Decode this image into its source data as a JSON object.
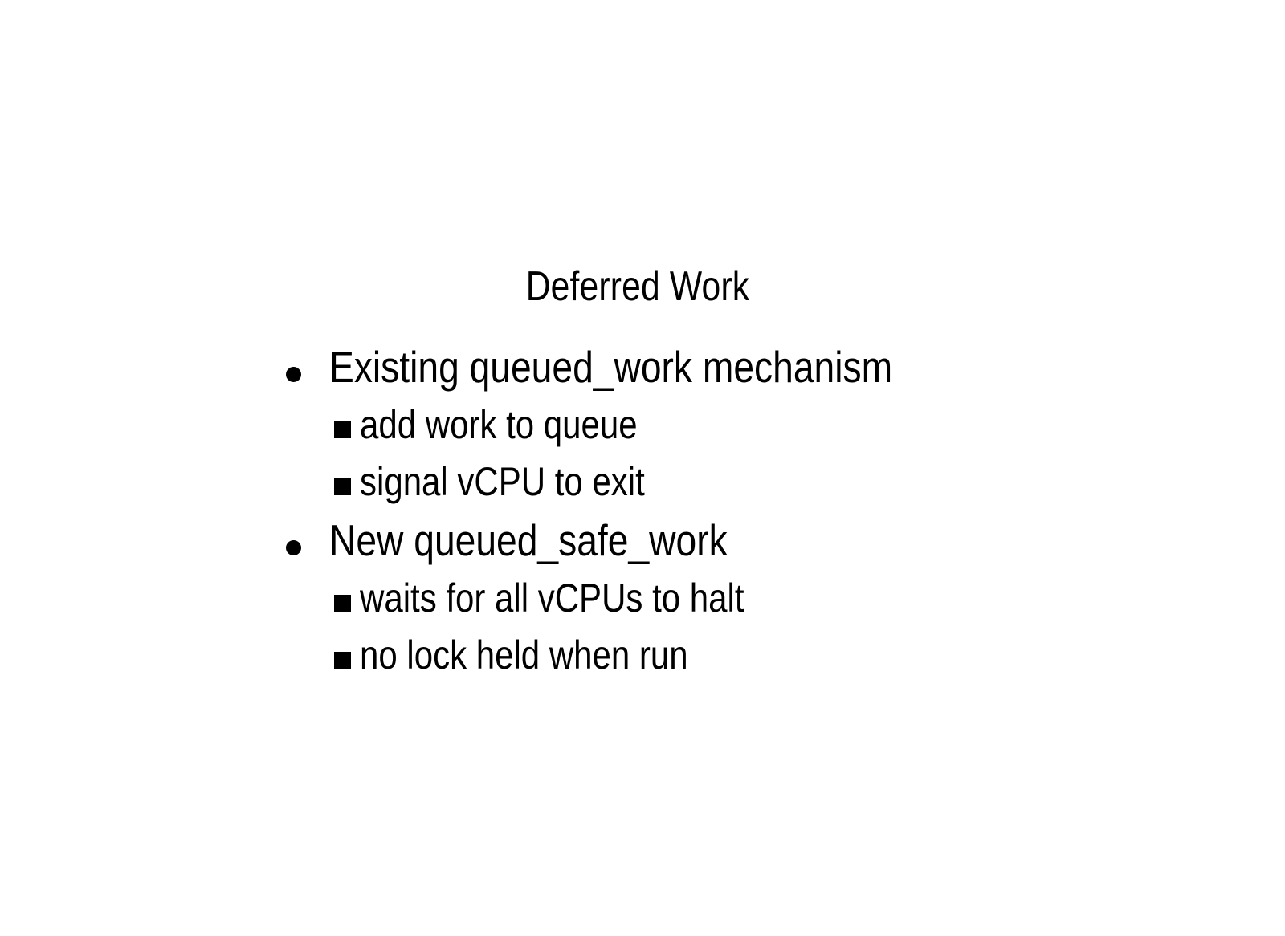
{
  "slide": {
    "title": "Deferred Work",
    "background_color": "#ffffff",
    "text_color": "#000000",
    "bullets": [
      {
        "level": 1,
        "marker": "disc",
        "text": "Existing queued_work mechanism"
      },
      {
        "level": 2,
        "marker": "square",
        "text": "add work to queue"
      },
      {
        "level": 2,
        "marker": "square",
        "text": "signal vCPU to exit"
      },
      {
        "level": 1,
        "marker": "disc",
        "text": "New queued_safe_work"
      },
      {
        "level": 2,
        "marker": "square",
        "text": "waits for all vCPUs to halt"
      },
      {
        "level": 2,
        "marker": "square",
        "text": "no lock held when run"
      }
    ]
  }
}
